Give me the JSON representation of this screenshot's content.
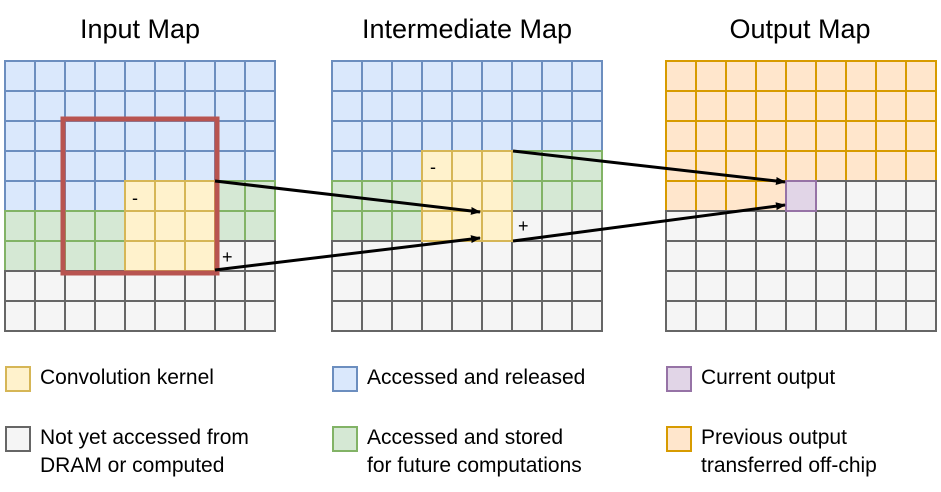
{
  "titles": {
    "input": "Input Map",
    "intermediate": "Intermediate Map",
    "output": "Output Map"
  },
  "marks": {
    "input_minus": "-",
    "input_plus": "+",
    "intermediate_minus": "-",
    "intermediate_plus": "+"
  },
  "colors": {
    "blue_fill": "#dae8fc",
    "blue_stroke": "#6c8ebf",
    "green_fill": "#d5e8d4",
    "green_stroke": "#82b366",
    "gray_fill": "#f5f5f5",
    "gray_stroke": "#666666",
    "yellow_fill": "#fff2cc",
    "yellow_stroke": "#d6b656",
    "orange_fill": "#ffe6cc",
    "orange_stroke": "#d79b00",
    "purple_fill": "#e1d5e7",
    "purple_stroke": "#9673a6",
    "red_window": "#b85450"
  },
  "legend": [
    {
      "key": "convolution-kernel",
      "color": "yellow",
      "text": "Convolution kernel"
    },
    {
      "key": "accessed-released",
      "color": "blue",
      "text": "Accessed and released"
    },
    {
      "key": "current-output",
      "color": "purple",
      "text": "Current output"
    },
    {
      "key": "not-yet-accessed",
      "color": "gray",
      "text": "Not yet accessed from\nDRAM or computed"
    },
    {
      "key": "accessed-stored",
      "color": "green",
      "text": "Accessed and stored\nfor future computations"
    },
    {
      "key": "previous-output",
      "color": "orange",
      "text": "Previous output\ntransferred off-chip"
    }
  ]
}
